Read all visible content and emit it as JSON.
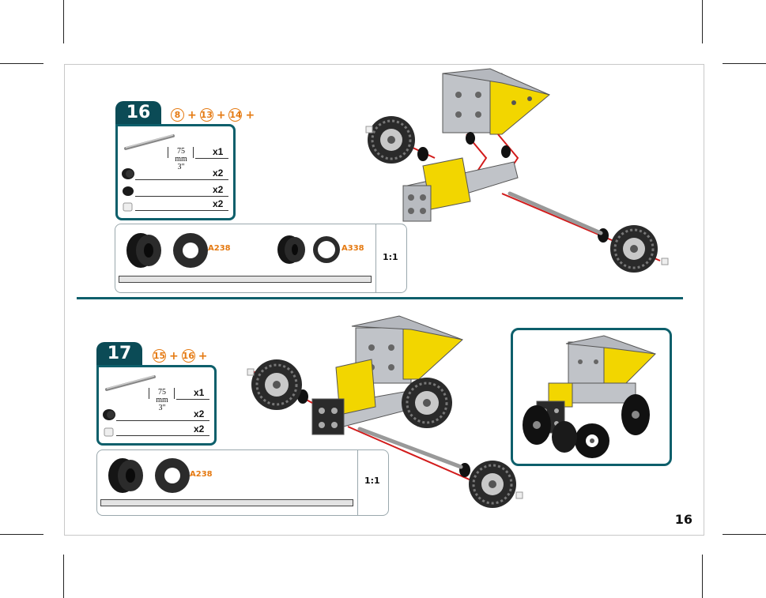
{
  "page": {
    "number": "16"
  },
  "step16": {
    "number": "16",
    "previous_steps": [
      "8",
      "13",
      "14"
    ],
    "plus": "+",
    "parts": [
      {
        "icon": "axle-rod-icon",
        "qty": "x1",
        "length_mm": "75 mm",
        "length_in": "3\""
      },
      {
        "icon": "large-spacer-icon",
        "qty": "x2"
      },
      {
        "icon": "small-spacer-icon",
        "qty": "x2"
      },
      {
        "icon": "collar-icon",
        "qty": "x2"
      }
    ],
    "scale_items": [
      {
        "icon": "spacer-A238-icon",
        "code": "A238"
      },
      {
        "icon": "spacer-A338-icon",
        "code": "A338"
      }
    ],
    "scale": "1:1"
  },
  "step17": {
    "number": "17",
    "previous_steps": [
      "15",
      "16"
    ],
    "plus": "+",
    "parts": [
      {
        "icon": "axle-rod-icon",
        "qty": "x1",
        "length_mm": "75 mm",
        "length_in": "3\""
      },
      {
        "icon": "large-spacer-icon",
        "qty": "x2"
      },
      {
        "icon": "collar-icon",
        "qty": "x2"
      }
    ],
    "scale_items": [
      {
        "icon": "spacer-A238-icon",
        "code": "A238"
      }
    ],
    "scale": "1:1"
  },
  "colors": {
    "teal": "#0d5f6b",
    "tab": "#0b4b56",
    "orange": "#e57a12",
    "yellow": "#f2d600"
  }
}
